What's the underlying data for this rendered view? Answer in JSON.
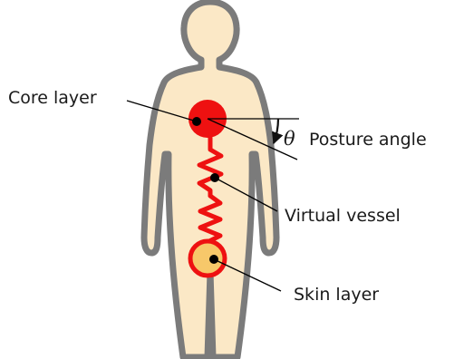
{
  "labels": {
    "core": "Core layer",
    "theta": "θ",
    "posture": "Posture angle",
    "vessel": "Virtual vessel",
    "skin": "Skin layer"
  },
  "colors": {
    "body_fill": "#fbe8c6",
    "body_outline": "#7b7b7b",
    "core_fill": "#ee1111",
    "vessel": "#ee1111",
    "skin_fill": "#f7c86a",
    "skin_ring": "#ee1111",
    "pointer": "#000000"
  }
}
